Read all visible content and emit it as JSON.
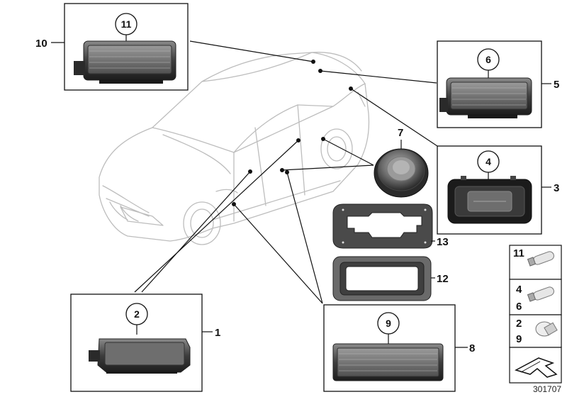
{
  "callouts": {
    "c1": "1",
    "c2": "2",
    "c3": "3",
    "c4": "4",
    "c5": "5",
    "c6": "6",
    "c7": "7",
    "c8": "8",
    "c9": "9",
    "c10": "10",
    "c11": "11",
    "c12": "12",
    "c13": "13"
  },
  "bulbs": {
    "b11": "11",
    "b4": "4",
    "b6": "6",
    "b2": "2",
    "b9": "9"
  },
  "doc_id": "301707"
}
